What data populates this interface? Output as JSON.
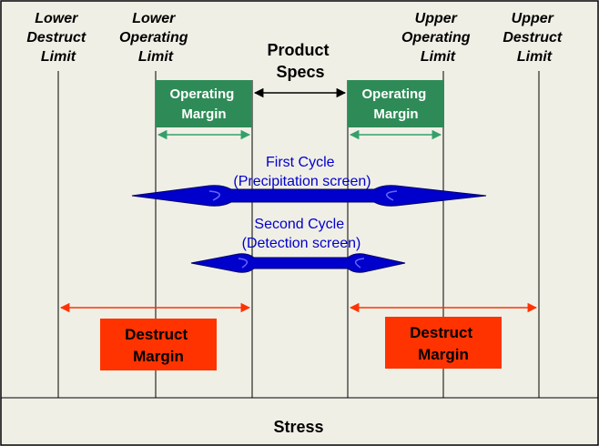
{
  "limits": {
    "lower_destruct": [
      "Lower",
      "Destruct",
      "Limit"
    ],
    "lower_operating": [
      "Lower",
      "Operating",
      "Limit"
    ],
    "upper_operating": [
      "Upper",
      "Operating",
      "Limit"
    ],
    "upper_destruct": [
      "Upper",
      "Destruct",
      "Limit"
    ]
  },
  "product_specs": [
    "Product",
    "Specs"
  ],
  "operating_margin": [
    "Operating",
    "Margin"
  ],
  "first_cycle": [
    "First Cycle",
    "(Precipitation screen)"
  ],
  "second_cycle": [
    "Second Cycle",
    "(Detection screen)"
  ],
  "destruct_margin": [
    "Destruct",
    "Margin"
  ],
  "axis_label": "Stress",
  "colors": {
    "background": "#f0efe6",
    "operating_margin": "#2e8b57",
    "destruct_margin": "#ff3300",
    "cycle_arrow": "#0000cc",
    "margin_arrow_green": "#33a06a",
    "margin_arrow_red": "#ff3300",
    "line": "#000000"
  }
}
